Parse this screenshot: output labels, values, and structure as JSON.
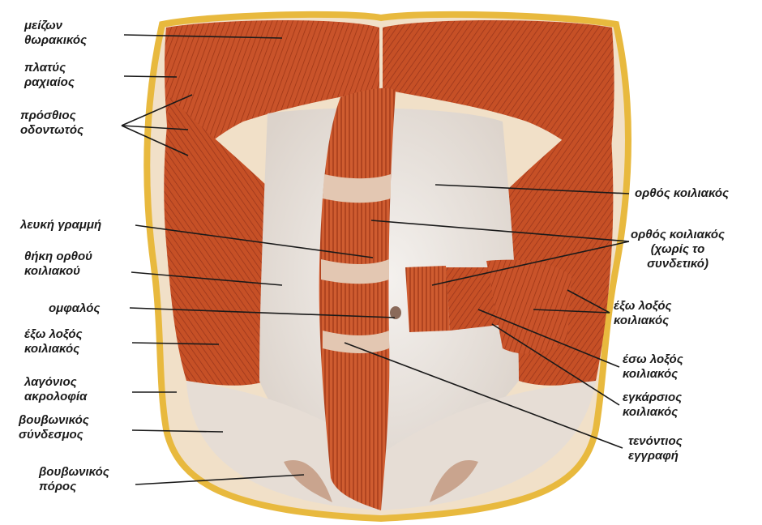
{
  "labels": {
    "pectoralis_major": "μείζων\nθωρακικός",
    "latissimus_dorsi": "πλατύς\nραχιαίος",
    "serratus_anterior": "πρόσθιος\nοδοντωτός",
    "linea_alba": "λευκή γραμμή",
    "rectus_sheath": "θήκη ορθού\nκοιλιακού",
    "umbilicus": "ομφαλός",
    "external_oblique_left": "έξω λοξός\nκοιλιακός",
    "iliac_crest": "λαγόνιος\nακρολοφία",
    "inguinal_ligament": "βουβωνικός\nσύνδεσμος",
    "inguinal_canal": "βουβωνικός\nπόρος",
    "rectus_abdominis": "ορθός κοιλιακός",
    "rectus_without_sheath": "ορθός κοιλιακός\n(χωρίς το\nσυνδετικό)",
    "external_oblique_right": "έξω λοξός\nκοιλιακός",
    "internal_oblique": "έσω λοξός\nκοιλιακός",
    "transversus_abdominis": "εγκάρσιος\nκοιλιακός",
    "tendinous_intersection": "τενόντιος\nεγγραφή"
  },
  "colors": {
    "muscle": "#c9532a",
    "muscle_dark": "#9c3515",
    "muscle_light": "#e0814e",
    "fascia": "#e9e3dc",
    "fat_border": "#e8b93e",
    "leader_line": "#1a1a1a"
  }
}
